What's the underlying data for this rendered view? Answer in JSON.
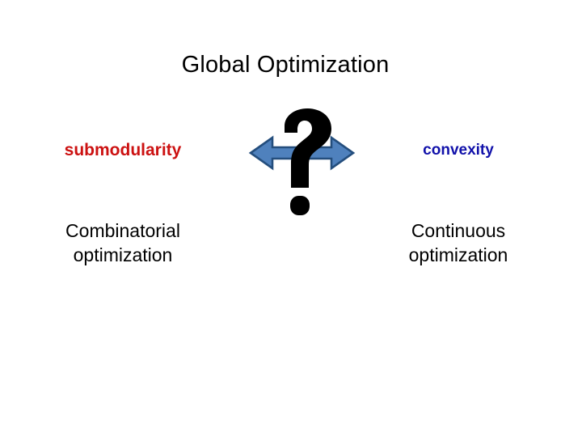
{
  "slide": {
    "title": "Global Optimization",
    "background_color": "#FFFFFF"
  },
  "left_column": {
    "keyword": "submodularity",
    "keyword_color": "#CC1111",
    "descriptor_line1": "Combinatorial",
    "descriptor_line2": "optimization",
    "descriptor_color": "#000000"
  },
  "right_column": {
    "keyword": "convexity",
    "keyword_color": "#1111AA",
    "descriptor_line1": "Continuous",
    "descriptor_line2": "optimization",
    "descriptor_color": "#000000"
  },
  "center_graphic": {
    "arrow_label": "double-headed-horizontal-arrow",
    "arrow_fill": "#4F81BD",
    "arrow_stroke": "#244E7D",
    "question_mark_label": "question-mark",
    "question_mark_color": "#000000",
    "question_mark_glyph": "?"
  }
}
